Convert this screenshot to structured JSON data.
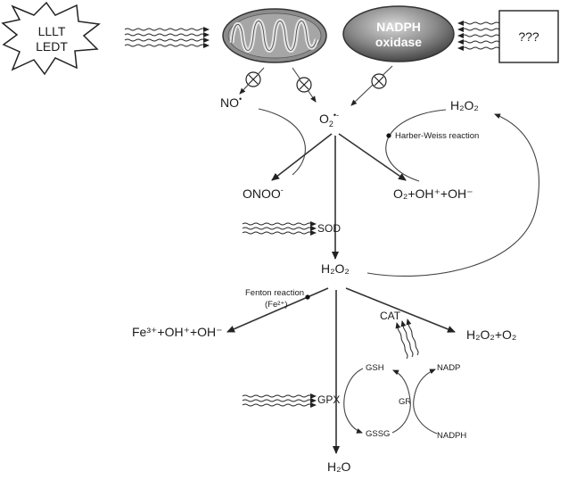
{
  "stimulus": {
    "line1": "LLLT",
    "line2": "LEDT"
  },
  "unknown": "???",
  "oxidase": {
    "line1": "NADPH",
    "line2": "oxidase"
  },
  "species": {
    "no": "NO",
    "no_sup": "•",
    "superoxide_base": "O",
    "superoxide_sub": "2",
    "superoxide_sup": "•-",
    "h2o2_top": "H₂O₂",
    "peroxynitrite_base": "ONOO",
    "peroxynitrite_sup": "-",
    "o2_products": "O₂+OH⁺+OH⁻",
    "h2o2_center": "H₂O₂",
    "fe_products": "Fe³⁺+OH⁺+OH⁻",
    "h2o2_o2": "H₂O₂+O₂",
    "water": "H₂O"
  },
  "reactions": {
    "harber_weiss": "Harber-Weiss reaction",
    "fenton_line1": "Fenton reaction",
    "fenton_line2": "(Fe²⁺)"
  },
  "enzymes": {
    "sod": "SOD",
    "cat": "CAT",
    "gpx": "GPX",
    "gr": "GR",
    "gsh": "GSH",
    "gssg": "GSSG",
    "nadp": "NADP",
    "nadph": "NADPH"
  },
  "colors": {
    "ink": "#1a1a1a",
    "organelle_fill": "#8c8c8c",
    "organelle_inner": "#bdbdbd",
    "oxidase_dark": "#444444"
  }
}
